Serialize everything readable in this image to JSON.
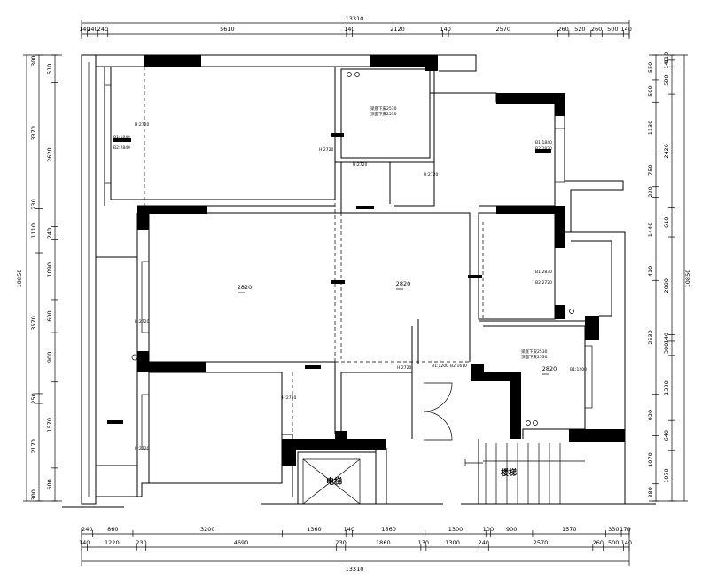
{
  "top": {
    "total": "13310",
    "segments": [
      "140",
      "240",
      "240",
      "5610",
      "140",
      "2120",
      "140",
      "2570",
      "260",
      "520",
      "260",
      "500",
      "140"
    ]
  },
  "bottom": {
    "row1": [
      "240",
      "860",
      "3200",
      "1360",
      "140",
      "1560",
      "1300",
      "100",
      "900",
      "1570",
      "330",
      "170"
    ],
    "row2": [
      "140",
      "1220",
      "230",
      "4690",
      "230",
      "1860",
      "130",
      "1300",
      "240",
      "2570",
      "260",
      "500",
      "140"
    ],
    "total": "13310"
  },
  "left": {
    "total": "10850",
    "outer": [
      "300",
      "3370",
      "230",
      "1110",
      "3570",
      "250",
      "2170",
      "300"
    ],
    "inner": [
      "510",
      "2620",
      "240",
      "1090",
      "600",
      "900",
      "1570",
      "600"
    ]
  },
  "right": {
    "total": "10850",
    "outer": [
      "550",
      "500",
      "1130",
      "750",
      "230",
      "1440",
      "410",
      "2530",
      "920",
      "1070",
      "380"
    ],
    "inner": [
      "110",
      "140",
      "580",
      "2420",
      "610",
      "2080",
      "140",
      "300",
      "1380",
      "640",
      "1070"
    ]
  },
  "rooms": {
    "ceiling_a": "2820",
    "ceiling_b": "2820",
    "ceiling_c": "2820",
    "elevator": "电梯",
    "stairs": "楼梯"
  },
  "notes": {
    "beam1": "梁底下皮2530",
    "beam2": "顶面下皮2530",
    "beam3": "梁底下皮2530",
    "beam4": "顶面下皮2530",
    "h1": "H:2720",
    "h2": "H:2720",
    "h3": "H:2720",
    "h4": "H:2720",
    "h5": "H:2720",
    "h6": "H:2720",
    "h7": "H:2720",
    "b1": "B1:1840",
    "b2": "B2:2840",
    "b3": "B1:1840",
    "b4": "B2:2830",
    "b5": "B1:2830",
    "b6": "B2:2720",
    "b7": "B1:1200",
    "b8": "B1:1200",
    "b9": "B2:1610"
  }
}
